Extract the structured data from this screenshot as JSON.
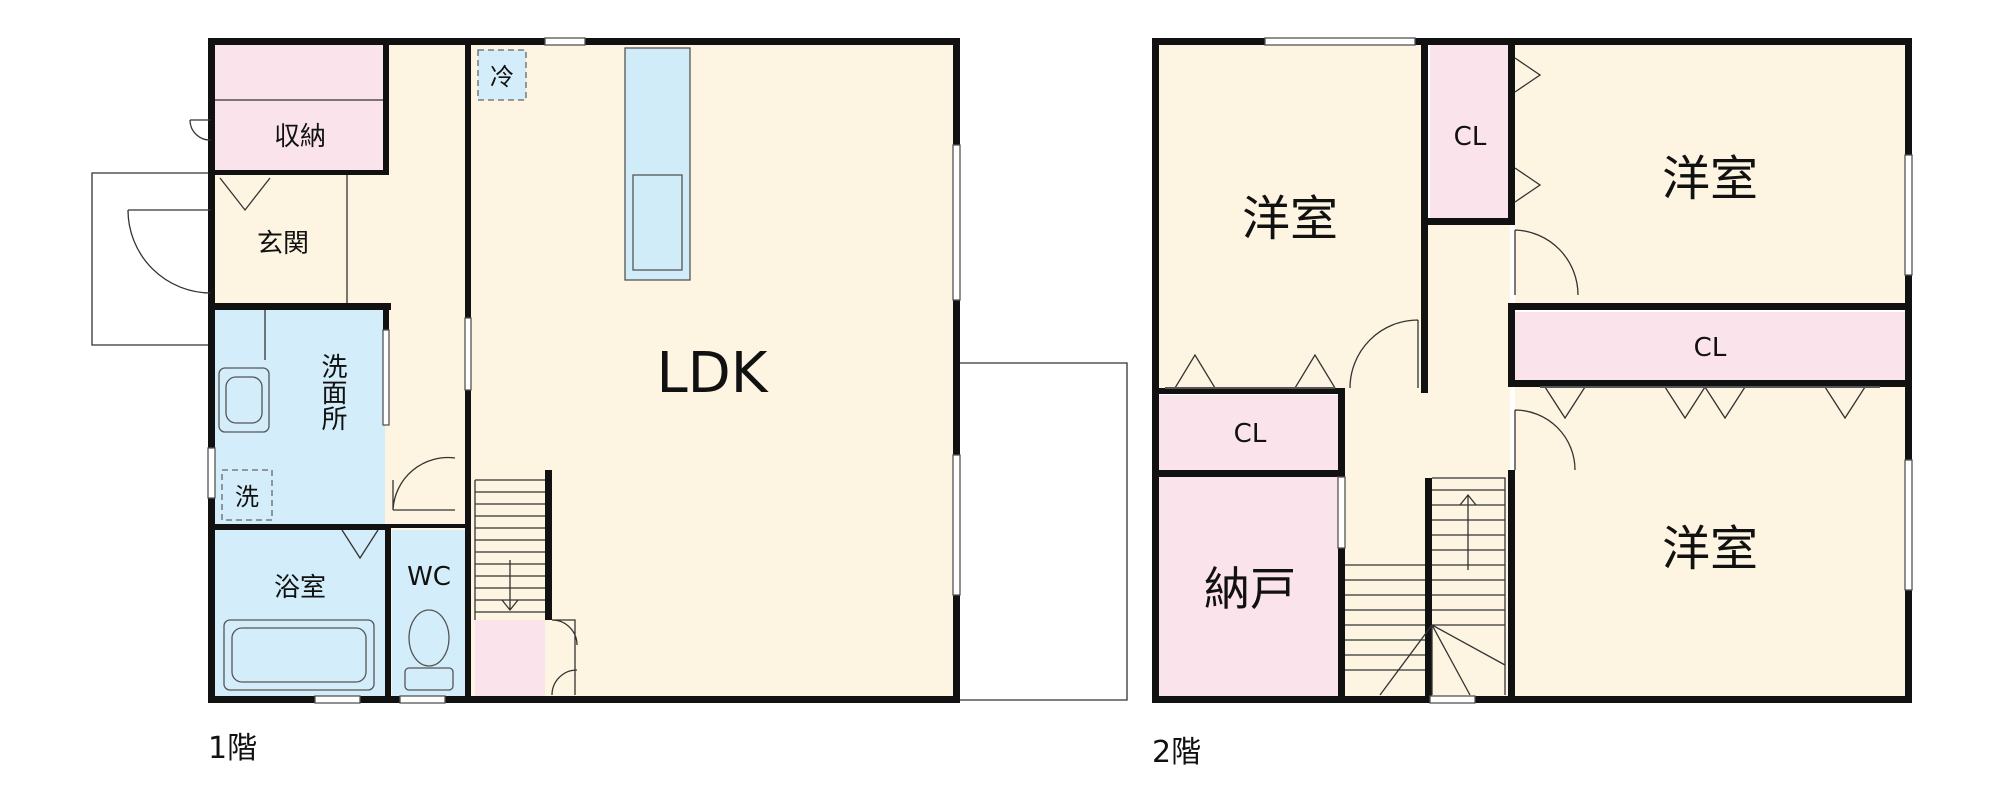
{
  "floors": [
    {
      "label": "1階",
      "rooms": {
        "storage": "収納",
        "entrance": "玄関",
        "washroom": "洗面所",
        "bathroom": "浴室",
        "toilet": "WC",
        "ldk": "LDK",
        "fridge": "冷",
        "washer": "洗"
      }
    },
    {
      "label": "2階",
      "rooms": {
        "western_room_a": "洋室",
        "western_room_b": "洋室",
        "western_room_c": "洋室",
        "closet_a": "CL",
        "closet_b": "CL",
        "closet_c": "CL",
        "storeroom": "納戸"
      }
    }
  ],
  "colors": {
    "wall": "#111111",
    "living": "#fdf5e2",
    "storage": "#fbe3ec",
    "wet": "#d3eefa",
    "background": "#ffffff"
  }
}
